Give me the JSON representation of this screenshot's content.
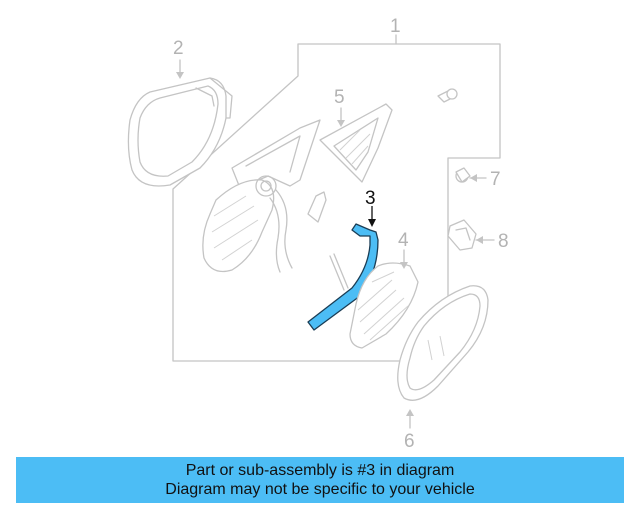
{
  "callouts": {
    "c1": "1",
    "c2": "2",
    "c3": "3",
    "c4": "4",
    "c5": "5",
    "c6": "6",
    "c7": "7",
    "c8": "8"
  },
  "highlight_color": "#4cbdf5",
  "banner": {
    "line1": "Part or sub-assembly is #3 in diagram",
    "line2": "Diagram may not be specific to your vehicle"
  }
}
